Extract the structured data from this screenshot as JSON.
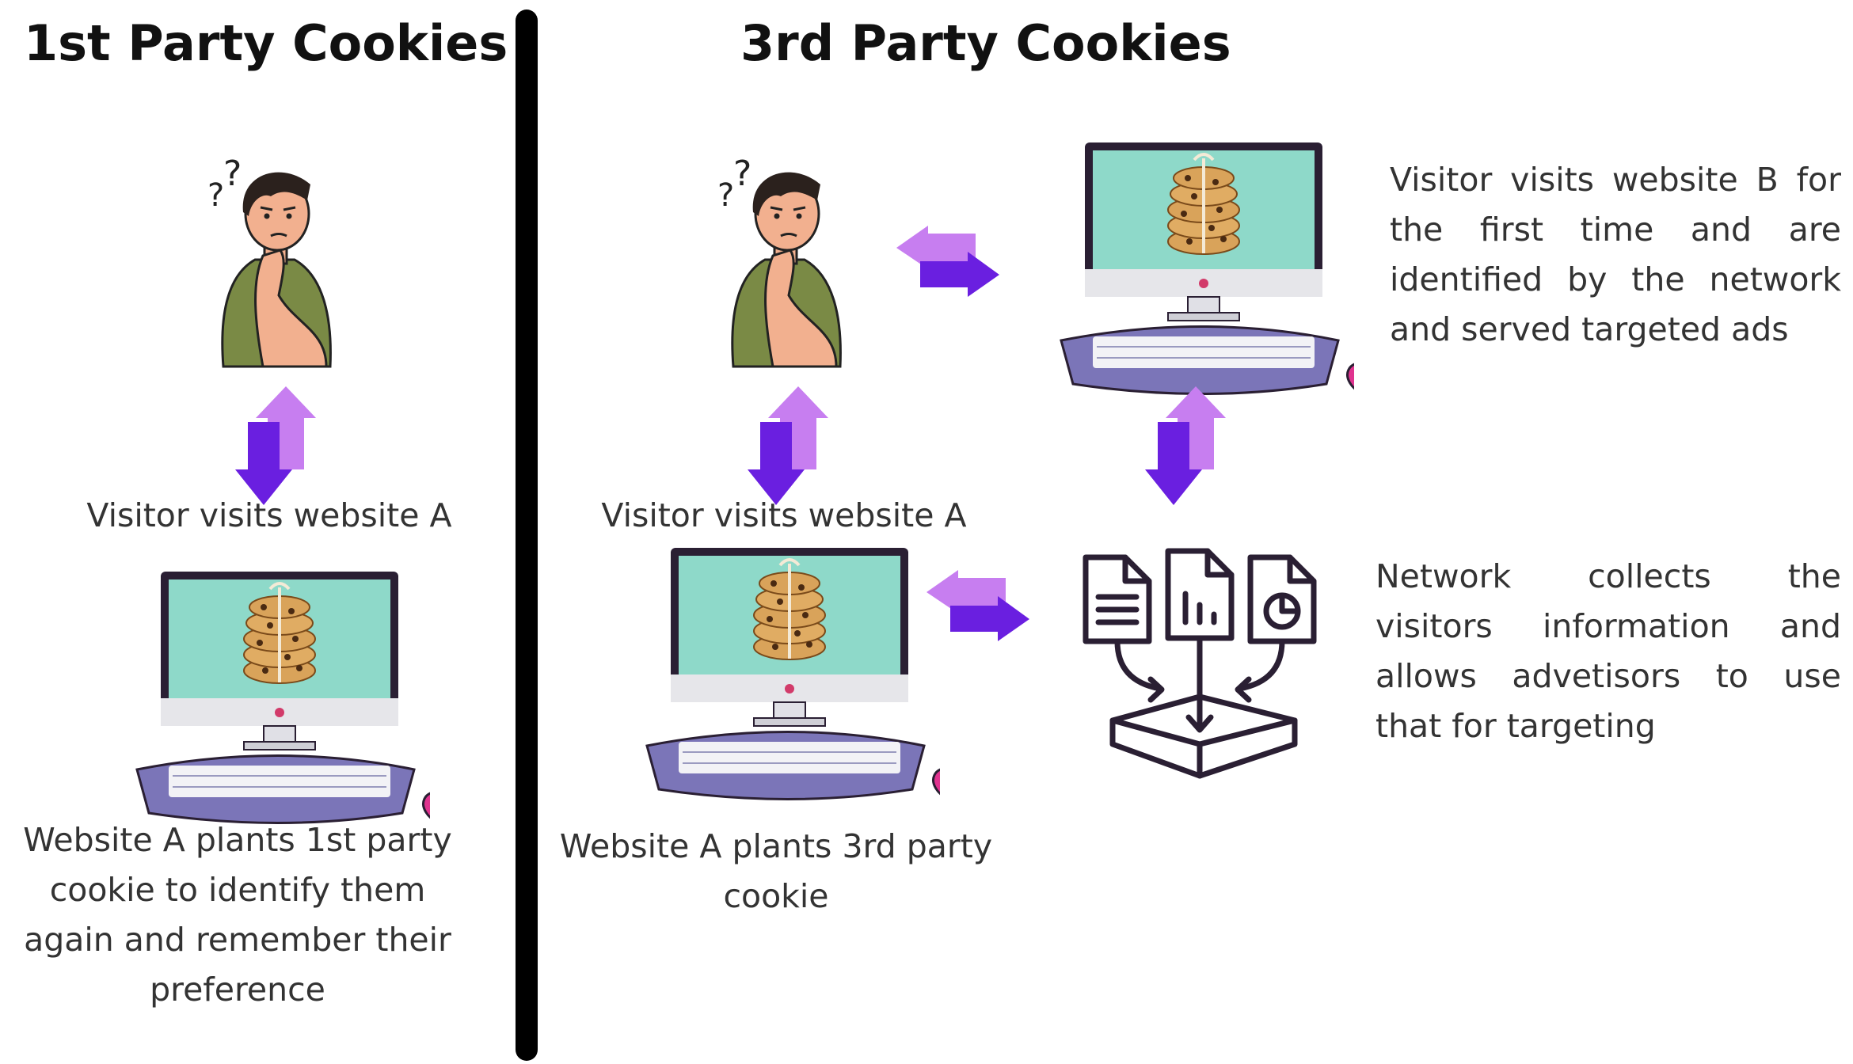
{
  "left_panel": {
    "title": "1st Party Cookies",
    "visit_caption": "Visitor visits website A",
    "plant_caption_lines": [
      "Website A plants 1st party",
      "cookie to identify them",
      "again and remember their",
      "preference"
    ]
  },
  "right_panel": {
    "title": "3rd Party Cookies",
    "visit_caption": "Visitor visits website A",
    "plant_caption_lines": [
      "Website A plants 3rd party",
      "cookie"
    ],
    "website_b_lines": [
      "Visitor visits website B for",
      "the first time and are",
      "identified by the network",
      "and served targeted ads"
    ],
    "network_lines": [
      "Network collects the",
      "visitors information and",
      "allows advetisors to use",
      "that for targeting"
    ]
  },
  "icons": {
    "person": "confused-person-icon",
    "computer": "computer-with-cookies-icon",
    "network": "network-data-collection-icon",
    "arrows": "exchange-arrows-icon"
  },
  "colors": {
    "dark_purple": "#6a1fe0",
    "light_purple": "#c77ef0",
    "screen": "#8ed9c9",
    "keyboard": "#7b75b8",
    "mouse": "#e0338f",
    "shirt": "#7a8a45"
  }
}
